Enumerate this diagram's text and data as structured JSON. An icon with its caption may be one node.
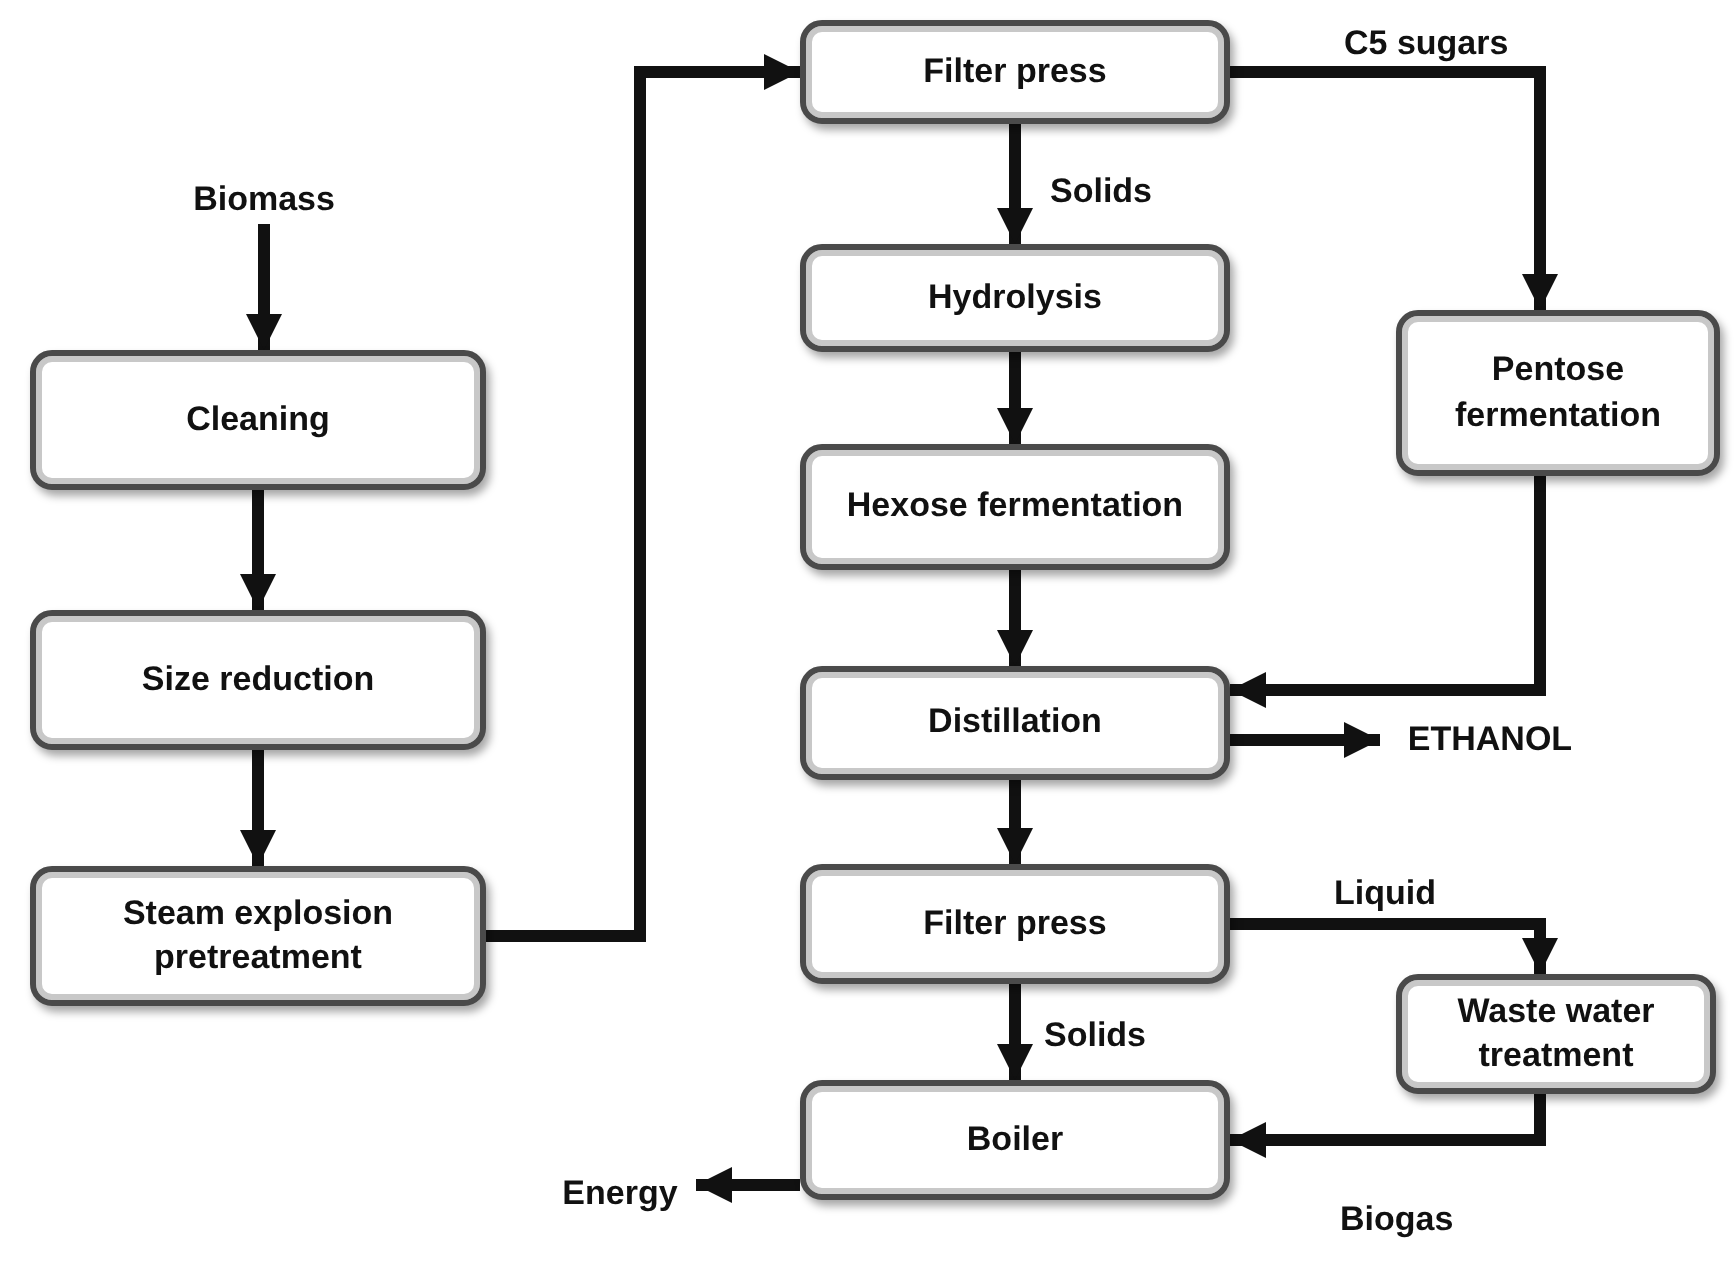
{
  "diagram": {
    "nodes": [
      {
        "text": [
          "Biomass"
        ]
      },
      {
        "text": [
          "Cleaning"
        ]
      },
      {
        "text": [
          "Size reduction"
        ]
      },
      {
        "text": [
          "Steam explosion pretreatment"
        ]
      },
      {
        "text": [
          "Filter press"
        ]
      },
      {
        "text": [
          "Hydrolysis"
        ]
      },
      {
        "text": [
          "Hexose fermentation"
        ]
      },
      {
        "text": [
          "Distillation"
        ]
      },
      {
        "text": [
          "Filter press"
        ]
      },
      {
        "text": [
          "Boiler"
        ]
      },
      {
        "text": [
          "Pentose fermentation"
        ]
      },
      {
        "text": [
          "Waste water treatment"
        ]
      },
      {
        "text": [
          "ETHANOL"
        ]
      },
      {
        "text": [
          "Energy"
        ]
      }
    ],
    "edges": [
      {
        "from": 0,
        "to": 1,
        "arrow": "to"
      },
      {
        "from": 1,
        "to": 2,
        "arrow": "to"
      },
      {
        "from": 2,
        "to": 3,
        "arrow": "to"
      },
      {
        "from": 3,
        "to": 4,
        "arrow": "to"
      },
      {
        "from": 4,
        "to": 5,
        "arrow": "to",
        "label": "Solids"
      },
      {
        "from": 4,
        "to": 10,
        "arrow": "to",
        "label": "C5 sugars"
      },
      {
        "from": 5,
        "to": 6,
        "arrow": "to"
      },
      {
        "from": 6,
        "to": 7,
        "arrow": "to"
      },
      {
        "from": 10,
        "to": 7,
        "arrow": "to"
      },
      {
        "from": 7,
        "to": 12,
        "arrow": "to"
      },
      {
        "from": 7,
        "to": 8,
        "arrow": "to"
      },
      {
        "from": 8,
        "to": 11,
        "arrow": "to",
        "label": "Liquid"
      },
      {
        "from": 8,
        "to": 9,
        "arrow": "to",
        "label": "Solids"
      },
      {
        "from": 11,
        "to": 9,
        "arrow": "to",
        "label": "Biogas"
      },
      {
        "from": 9,
        "to": 13,
        "arrow": "to"
      }
    ]
  }
}
